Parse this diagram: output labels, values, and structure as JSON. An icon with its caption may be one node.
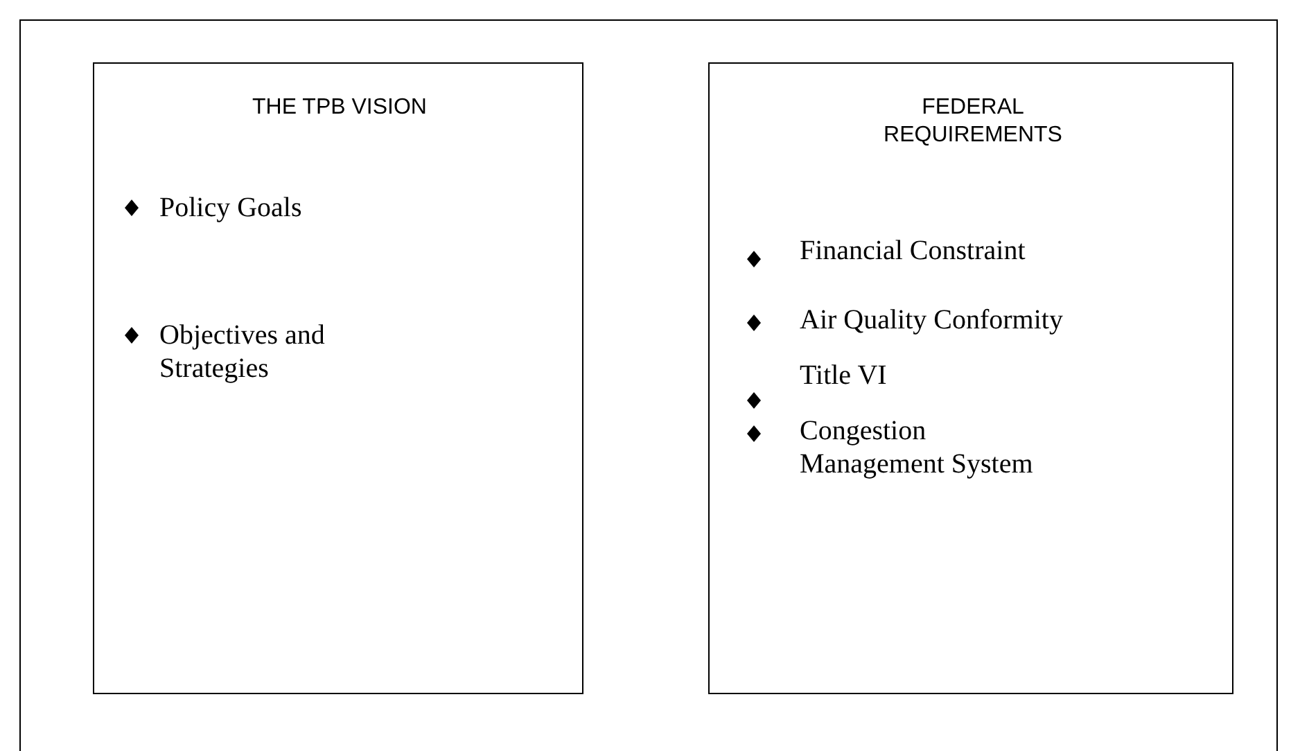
{
  "diagram": {
    "nodes": [
      {
        "text": [],
        "shape": "box"
      },
      {
        "text": [
          "THE TPB VISION",
          "Policy Goals",
          "Objectives and Strategies"
        ],
        "in": 0
      },
      {
        "text": [
          "FEDERAL REQUIREMENTS",
          "Financial Constraint",
          "Air Quality Conformity",
          "Title VI",
          "Congestion Management System"
        ],
        "in": 0
      }
    ]
  }
}
